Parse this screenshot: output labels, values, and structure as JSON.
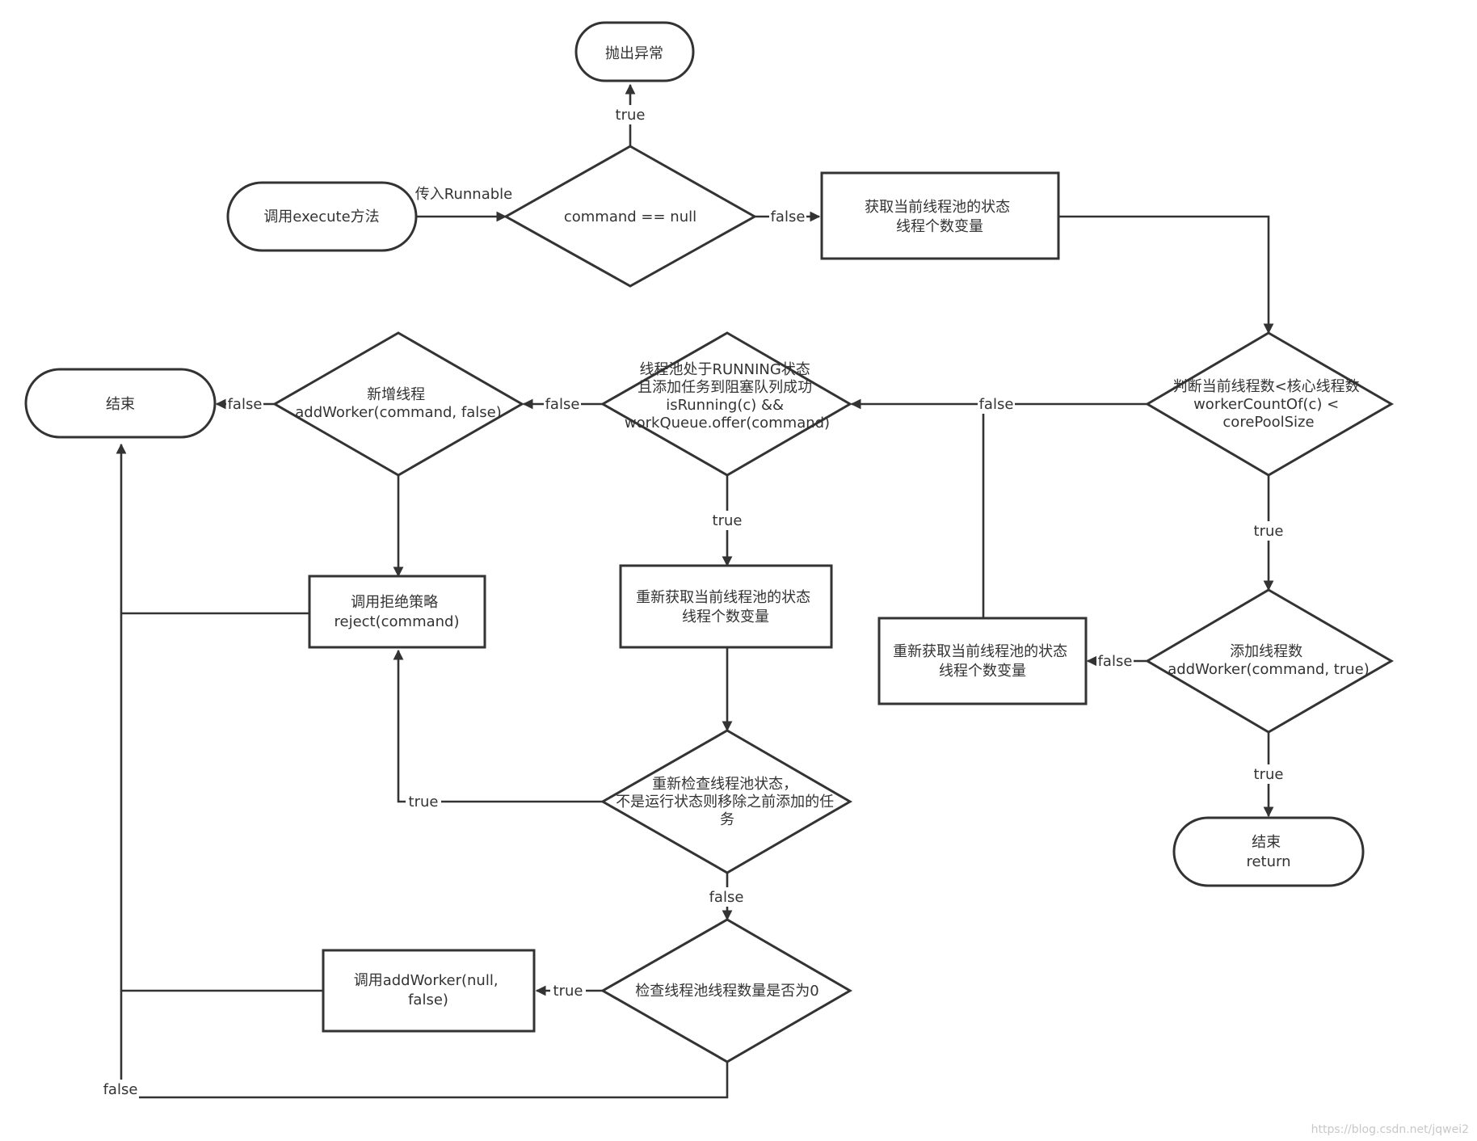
{
  "nodes": {
    "exception": {
      "lines": [
        "抛出异常"
      ]
    },
    "start": {
      "lines": [
        "调用execute方法"
      ]
    },
    "null_check": {
      "lines": [
        "command == null"
      ]
    },
    "get_state_1": {
      "lines": [
        "获取当前线程池的状态",
        "线程个数变量"
      ]
    },
    "core_check": {
      "lines": [
        "判断当前线程数<核心线程数",
        "workerCountOf(c) <",
        "corePoolSize"
      ]
    },
    "add_core_worker": {
      "lines": [
        "添加线程数",
        "addWorker(command, true)"
      ]
    },
    "end_return": {
      "lines": [
        "结束",
        "return"
      ]
    },
    "get_state_2": {
      "lines": [
        "重新获取当前线程池的状态",
        "线程个数变量"
      ]
    },
    "running_check": {
      "lines": [
        "线程池处于RUNNING状态",
        "且添加任务到阻塞队列成功",
        "isRunning(c) &&",
        "workQueue.offer(command)"
      ]
    },
    "get_state_3": {
      "lines": [
        "重新获取当前线程池的状态",
        "线程个数变量"
      ]
    },
    "recheck": {
      "lines": [
        "重新检查线程池状态，",
        "不是运行状态则移除之前添加的任",
        "务"
      ]
    },
    "worker_zero_check": {
      "lines": [
        "检查线程池线程数量是否为0"
      ]
    },
    "add_null_worker": {
      "lines": [
        "调用addWorker(null,",
        "false)"
      ]
    },
    "add_thread_check": {
      "lines": [
        "新增线程",
        "addWorker(command, false)"
      ]
    },
    "reject": {
      "lines": [
        "调用拒绝策略",
        "reject(command)"
      ]
    },
    "end": {
      "lines": [
        "结束"
      ]
    }
  },
  "edge_labels": {
    "pass_runnable": "传入Runnable",
    "null_true": "true",
    "null_false": "false",
    "core_false": "false",
    "core_true": "true",
    "add_core_false": "false",
    "add_core_true": "true",
    "running_false": "false",
    "running_true": "true",
    "add_thread_false": "false",
    "recheck_true": "true",
    "recheck_false": "false",
    "zero_true": "true",
    "zero_false": "false"
  },
  "watermark": "https://blog.csdn.net/jqwei2",
  "colors": {
    "stroke": "#333333",
    "background": "#ffffff",
    "watermark": "#c8c8c8"
  }
}
